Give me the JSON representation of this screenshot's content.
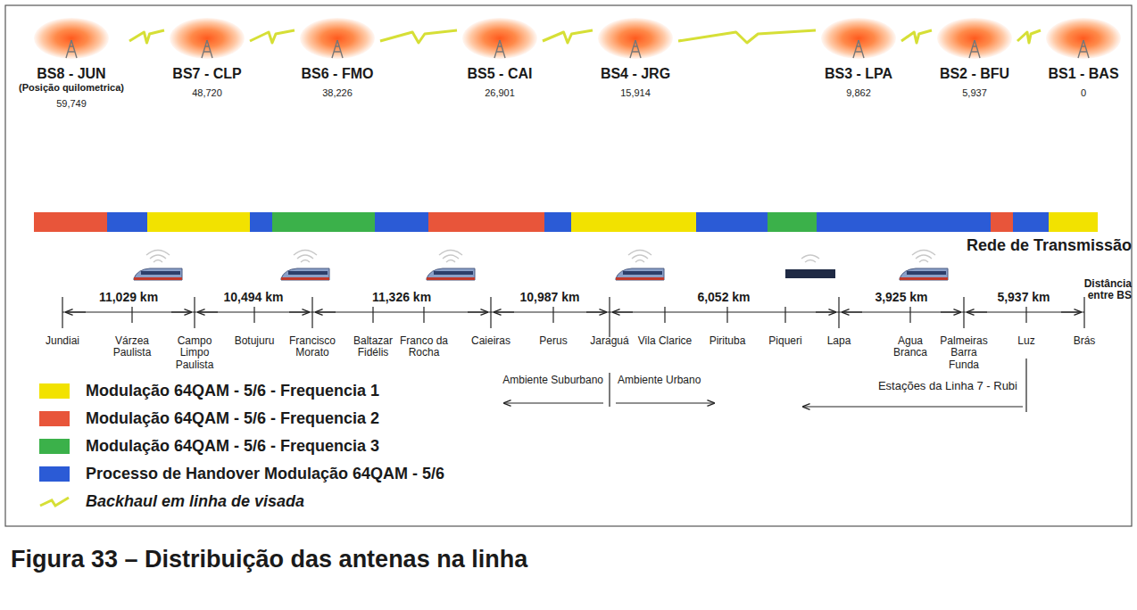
{
  "diagram": {
    "caption": "Figura 33 – Distribuição das antenas na linha",
    "nodes": [
      {
        "text": [
          "BS8 - JUN",
          "(Posição quilometrica)",
          "59,749"
        ]
      },
      {
        "text": [
          "BS7 - CLP",
          "48,720"
        ]
      },
      {
        "text": [
          "BS6 - FMO",
          "38,226"
        ]
      },
      {
        "text": [
          "BS5 - CAI",
          "26,901"
        ]
      },
      {
        "text": [
          "BS4 - JRG",
          "15,914"
        ]
      },
      {
        "text": [
          "BS3 - LPA",
          "9,862"
        ]
      },
      {
        "text": [
          "BS2 - BFU",
          "5,937"
        ]
      },
      {
        "text": [
          "BS1 - BAS",
          "0"
        ]
      }
    ],
    "edges": [
      {
        "from": 0,
        "to": 1,
        "arrow": "none"
      },
      {
        "from": 1,
        "to": 2,
        "arrow": "none"
      },
      {
        "from": 2,
        "to": 3,
        "arrow": "none"
      },
      {
        "from": 3,
        "to": 4,
        "arrow": "none"
      },
      {
        "from": 4,
        "to": 5,
        "arrow": "none"
      },
      {
        "from": 5,
        "to": 6,
        "arrow": "none"
      },
      {
        "from": 6,
        "to": 7,
        "arrow": "none"
      }
    ],
    "labels": [
      "Rede de Transmissão",
      "11,029 km",
      "10,494 km",
      "11,326 km",
      "10,987 km",
      "6,052 km",
      "3,925 km",
      "5,937 km",
      "Distância entre BS",
      "Jundiai",
      "Várzea Paulista",
      "Campo Limpo Paulista",
      "Botujuru",
      "Francisco Morato",
      "Baltazar Fidélis",
      "Franco da Rocha",
      "Caieiras",
      "Perus",
      "Jaraguá",
      "Vila Clarice",
      "Pirituba",
      "Piqueri",
      "Lapa",
      "Agua Branca",
      "Palmeiras Barra Funda",
      "Luz",
      "Brás",
      "Ambiente Suburbano",
      "Ambiente Urbano",
      "Estações da Linha 7 - Rubi"
    ],
    "legend": [
      {
        "text": "Modulação 64QAM - 5/6 - Frequencia 1",
        "color": "#f2e200"
      },
      {
        "text": "Modulação 64QAM - 5/6 - Frequencia 2",
        "color": "#e8553a"
      },
      {
        "text": "Modulação 64QAM - 5/6 - Frequencia 3",
        "color": "#3bb14a"
      },
      {
        "text": "Processo de Handover Modulação 64QAM - 5/6",
        "color": "#2b5bd6"
      },
      {
        "text": "Backhaul em linha de visada"
      }
    ]
  }
}
